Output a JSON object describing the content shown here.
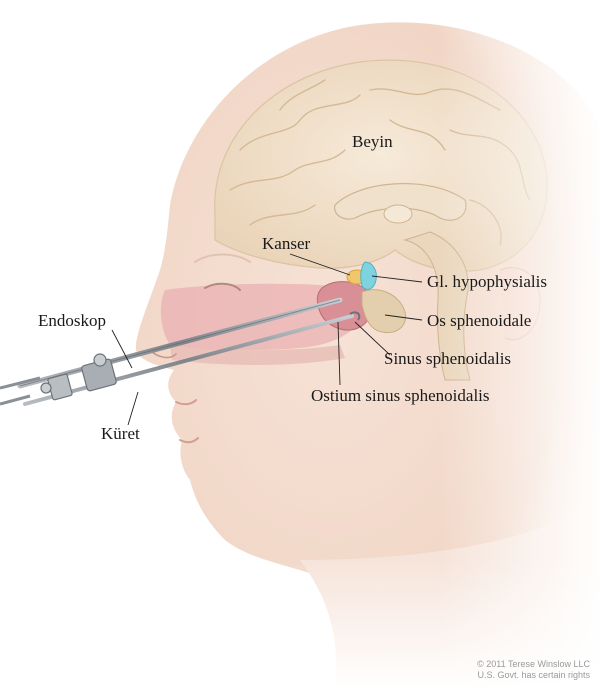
{
  "labels": {
    "beyin": "Beyin",
    "kanser": "Kanser",
    "gl_hypophysialis": "Gl. hypophysialis",
    "endoskop": "Endoskop",
    "os_sphenoidale": "Os sphenoidale",
    "sinus_sphenoidalis": "Sinus sphenoidalis",
    "ostium_sinus_sphenoidalis": "Ostium sinus sphenoidalis",
    "kuret": "Küret"
  },
  "credit": {
    "line1": "© 2011 Terese Winslow LLC",
    "line2": "U.S. Govt. has certain rights"
  },
  "colors": {
    "skin": "#f3d9cb",
    "skin_shadow": "#e6bfae",
    "brain": "#f1e2cf",
    "brain_line": "#d9bf9f",
    "nasal_cavity": "#e9a9ad",
    "tumor": "#f2c66b",
    "pituitary": "#7fd3e0",
    "instrument": "#8a8f95"
  }
}
